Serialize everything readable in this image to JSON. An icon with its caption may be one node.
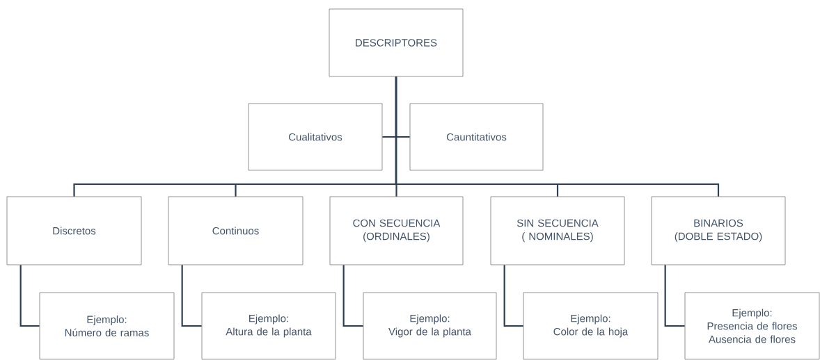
{
  "diagram": {
    "nodes": [
      {
        "text": [
          "DESCRIPTORES"
        ]
      },
      {
        "text": [
          "Cualitativos"
        ]
      },
      {
        "text": [
          "Cauntitativos"
        ]
      },
      {
        "text": [
          "Discretos"
        ]
      },
      {
        "text": [
          "Continuos"
        ]
      },
      {
        "text": [
          "CON SECUENCIA (ORDINALES)"
        ]
      },
      {
        "text": [
          "SIN SECUENCIA ( NOMINALES)"
        ]
      },
      {
        "text": [
          "BINARIOS (DOBLE ESTADO)"
        ]
      },
      {
        "text": [
          "Ejemplo:",
          "Número de ramas"
        ]
      },
      {
        "text": [
          "Ejemplo:",
          "Altura de la planta"
        ]
      },
      {
        "text": [
          "Ejemplo:",
          "Vigor de la planta"
        ]
      },
      {
        "text": [
          "Ejemplo:",
          "Color de la hoja"
        ]
      },
      {
        "text": [
          "Ejemplo:",
          "Presencia de flores",
          "Ausencia de flores"
        ]
      }
    ],
    "edges": [
      {
        "from": 0,
        "to": 1,
        "arrow": "none"
      },
      {
        "from": 0,
        "to": 2,
        "arrow": "none"
      },
      {
        "from": 0,
        "to": 3,
        "arrow": "none"
      },
      {
        "from": 0,
        "to": 4,
        "arrow": "none"
      },
      {
        "from": 0,
        "to": 5,
        "arrow": "none"
      },
      {
        "from": 0,
        "to": 6,
        "arrow": "none"
      },
      {
        "from": 0,
        "to": 7,
        "arrow": "none"
      },
      {
        "from": 3,
        "to": 8,
        "arrow": "none"
      },
      {
        "from": 4,
        "to": 9,
        "arrow": "none"
      },
      {
        "from": 5,
        "to": 10,
        "arrow": "none"
      },
      {
        "from": 6,
        "to": 11,
        "arrow": "none"
      },
      {
        "from": 7,
        "to": 12,
        "arrow": "none"
      }
    ]
  }
}
